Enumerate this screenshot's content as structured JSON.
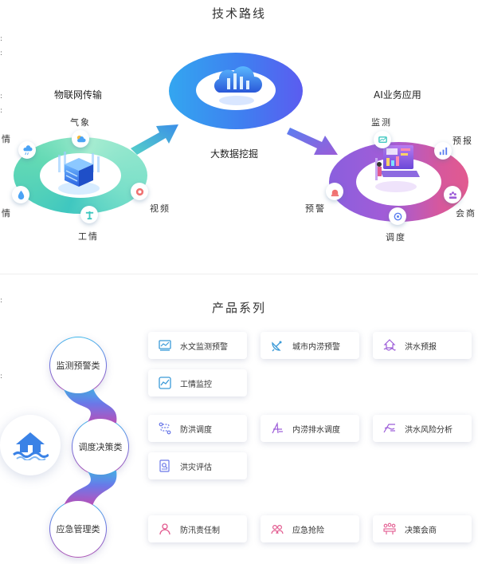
{
  "tech_route": {
    "title": "技术路线",
    "iot": {
      "title": "物联网传输",
      "nodes": {
        "weather": "气象",
        "rain": "雨情",
        "water": "水情",
        "work": "工情",
        "video": "视频"
      }
    },
    "bigdata": {
      "title": "大数据挖掘"
    },
    "ai": {
      "title": "AI业务应用",
      "nodes": {
        "monitor": "监测",
        "forecast": "预报",
        "warning": "预警",
        "dispatch": "调度",
        "consult": "会商"
      }
    }
  },
  "products": {
    "title": "产品系列",
    "categories": {
      "monitor": "监测预警类",
      "dispatch": "调度决策类",
      "emergency": "应急管理类"
    },
    "cards": {
      "water_monitor": "水文监测预警",
      "urban_flood_warning": "城市内涝预警",
      "flood_forecast": "洪水预报",
      "work_monitor": "工情监控",
      "flood_dispatch": "防洪调度",
      "drainage_dispatch": "内涝排水调度",
      "flood_risk": "洪水风险分析",
      "disaster_eval": "洪灾评估",
      "flood_duty": "防汛责任制",
      "rescue": "应急抢险",
      "decision_consult": "决策会商"
    }
  },
  "colors": {
    "accent_blue": "#3f7ff0",
    "accent_purple": "#9c5cd8",
    "accent_pink": "#e25a8f",
    "teal": "#3fc7c0"
  }
}
